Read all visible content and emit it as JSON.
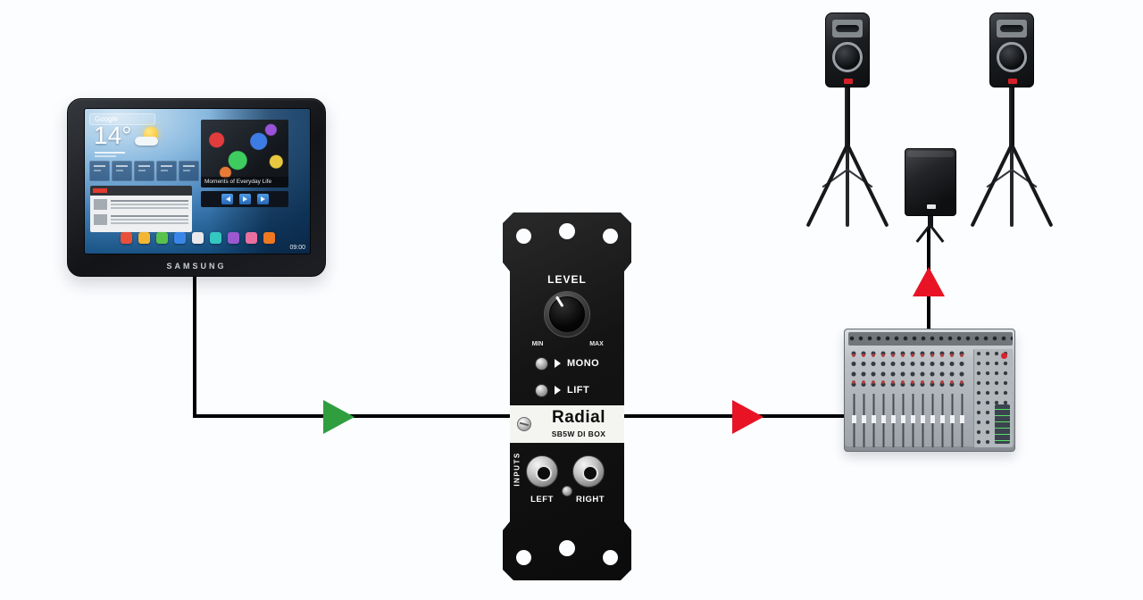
{
  "scene": {
    "background": "#fcfdff",
    "wire_color": "#000000"
  },
  "arrows": {
    "green": "#2f9e3f",
    "red": "#e81425"
  },
  "tablet": {
    "brand": "SAMSUNG",
    "clock": "09:00",
    "search_label": "Google",
    "weather_temp": "14°",
    "photo_caption": "Moments of Everyday Life"
  },
  "di_box": {
    "level_label": "LEVEL",
    "min_label": "MIN",
    "max_label": "MAX",
    "mono_label": "MONO",
    "lift_label": "LIFT",
    "brand": "Radial",
    "model": "SB5W DI BOX",
    "inputs_label": "INPUTS",
    "left_jack_label": "LEFT",
    "right_jack_label": "RIGHT"
  }
}
